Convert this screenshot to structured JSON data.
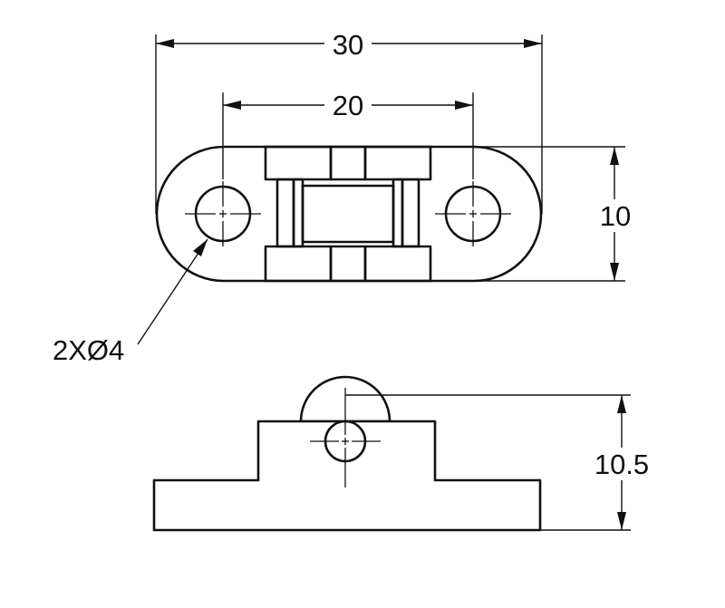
{
  "dimensions": {
    "overall_length": "30",
    "hole_spacing": "20",
    "width": "10",
    "height": "10.5"
  },
  "callouts": {
    "holes": "2XØ4"
  }
}
